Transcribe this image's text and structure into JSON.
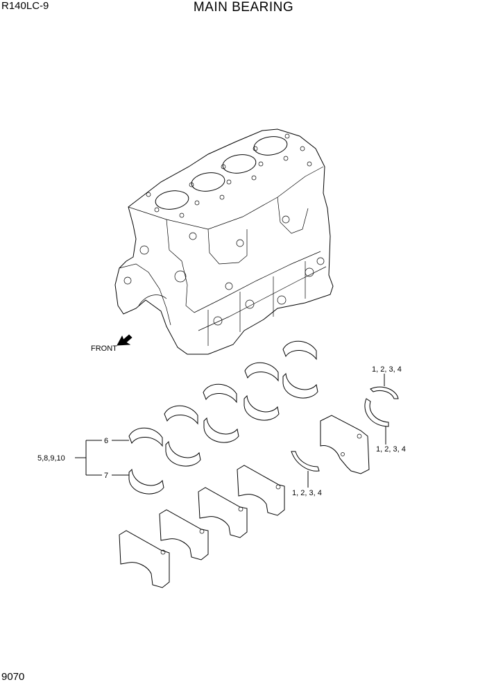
{
  "header": {
    "model": "R140LC-9",
    "title": "MAIN BEARING"
  },
  "footer": {
    "page_number": "9070"
  },
  "diagram": {
    "front_label": "FRONT",
    "callouts": {
      "upper_bearing": "6",
      "lower_bearing": "7",
      "bearing_group": "5,8,9,10",
      "thrust_upper": "1, 2, 3, 4",
      "thrust_right": "1, 2, 3, 4",
      "thrust_lower": "1, 2, 3, 4"
    }
  }
}
